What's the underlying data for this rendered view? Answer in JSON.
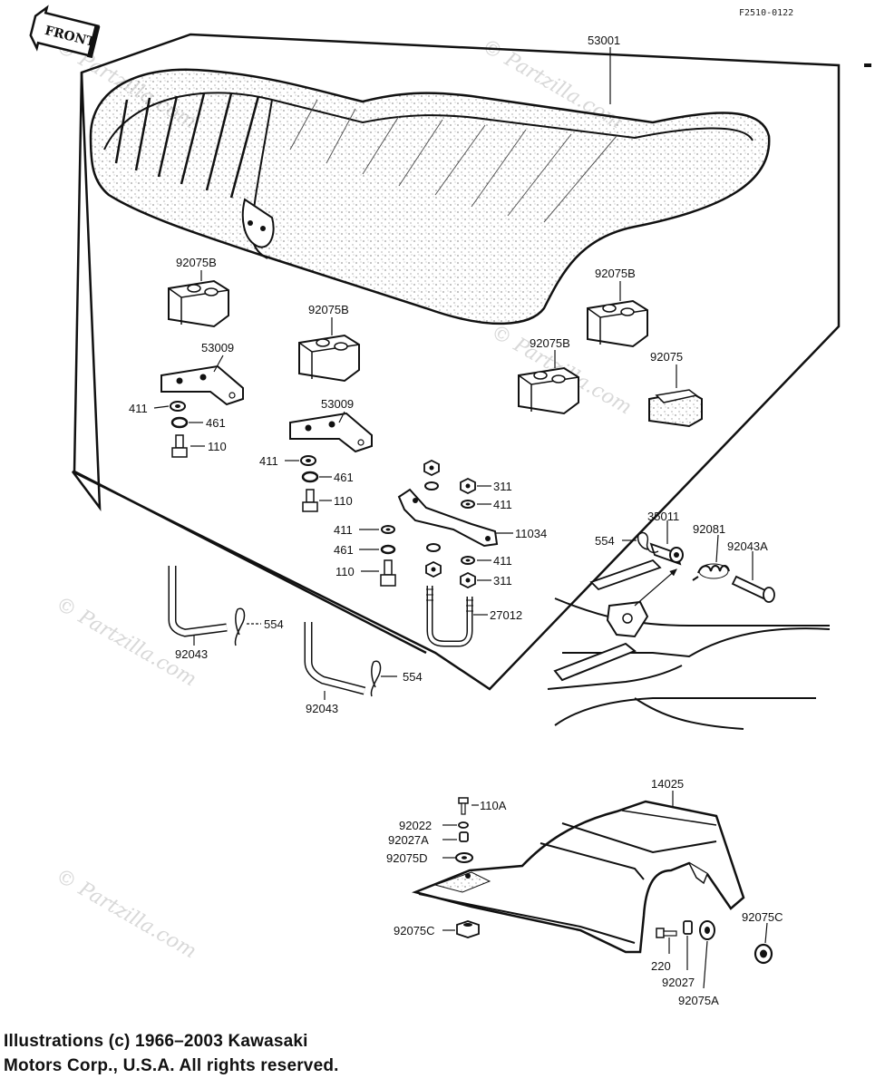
{
  "figure_code": "F2510-0122",
  "front_label": "FRONT",
  "watermarks": [
    "© Partzilla.com",
    "© Partzilla.com",
    "© Partzilla.com",
    "© Partzilla.com",
    "© Partzilla.com"
  ],
  "callouts": {
    "c53001": "53001",
    "c92075B_1": "92075B",
    "c92075B_2": "92075B",
    "c92075B_3": "92075B",
    "c92075B_4": "92075B",
    "c92075": "92075",
    "c53009_1": "53009",
    "c53009_2": "53009",
    "c411_1": "411",
    "c461_1": "461",
    "c110_1": "110",
    "c411_2": "411",
    "c461_2": "461",
    "c110_2": "110",
    "c311_1": "311",
    "c411_3": "411",
    "c11034": "11034",
    "c411_4": "411",
    "c461_3": "461",
    "c110_3": "110",
    "c411_5": "411",
    "c311_2": "311",
    "c27012": "27012",
    "c554_1": "554",
    "c35011": "35011",
    "c92081": "92081",
    "c92043A": "92043A",
    "c554_2": "554",
    "c92043_1": "92043",
    "c554_3": "554",
    "c92043_2": "92043",
    "c14025": "14025",
    "c110A": "110A",
    "c92022": "92022",
    "c92027A": "92027A",
    "c92075D": "92075D",
    "c92075C_1": "92075C",
    "c92075C_2": "92075C",
    "c220": "220",
    "c92027": "92027",
    "c92075A": "92075A"
  },
  "copyright": {
    "line1": "Illustrations (c) 1966–2003 Kawasaki",
    "line2": "Motors Corp., U.S.A.  All rights reserved."
  }
}
